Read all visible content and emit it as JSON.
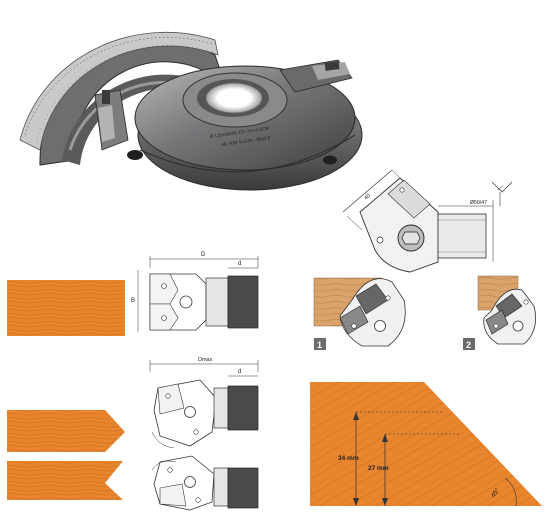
{
  "colors": {
    "wood": "#e8852e",
    "wood_grain": "#c96a1c",
    "steel_dark": "#4a4a4c",
    "steel_mid": "#7a7a7d",
    "steel_light": "#b8b8bb",
    "line": "#333333",
    "badge": "#6b6b6b"
  },
  "product_engraving": {
    "line1": "Ø 125x40x50 Z2+ 2V+4 BOR",
    "line2": "HL 40/4 5x1/24 - 90x3 6"
  },
  "knife_diagram": {
    "dim_width_short": "40",
    "dim_angle_label": "Ø50/47"
  },
  "profile_views": {
    "badge_1": "1",
    "badge_2": "2"
  },
  "dim_top_view": {
    "dim_D": "D",
    "dim_d": "d",
    "dim_B": "B"
  },
  "dim_bottom_view": {
    "dim_Dmax": "Dmax",
    "dim_d": "d"
  },
  "bevel_diagram": {
    "dim_34": "34 mm",
    "dim_27": "27 mm",
    "angle": "45°"
  }
}
